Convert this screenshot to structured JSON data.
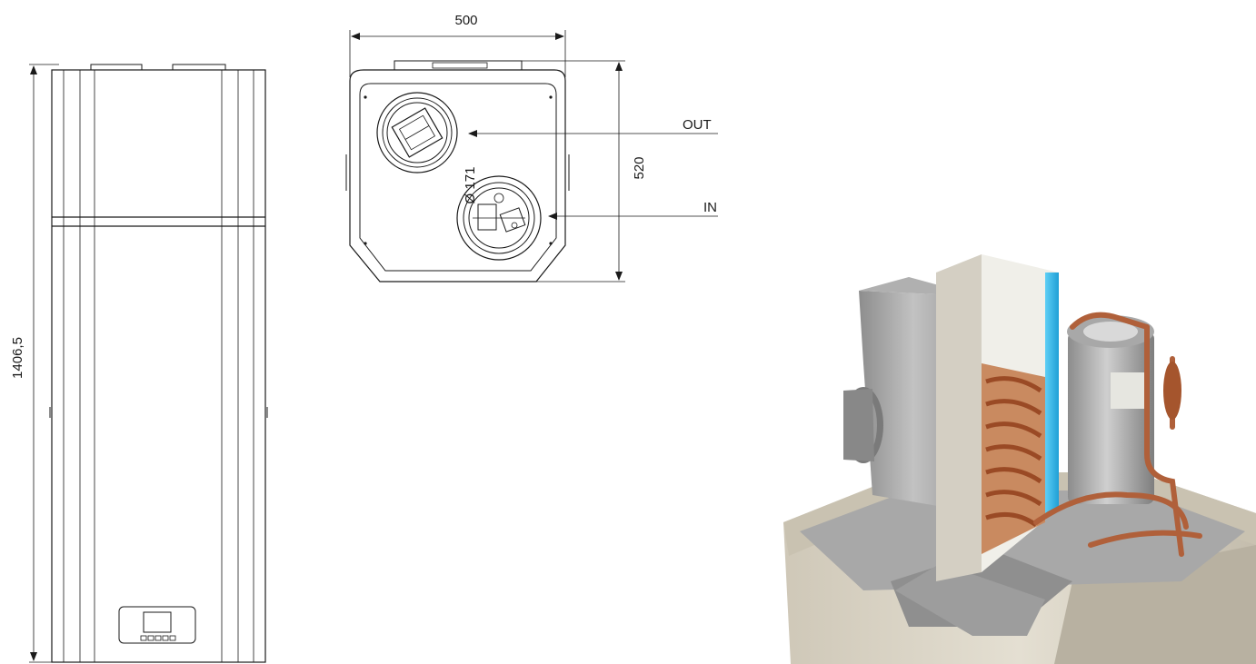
{
  "dimensions": {
    "height": "1406,5",
    "width": "500",
    "depth": "520",
    "duct_diameter": "Ø 171"
  },
  "ports": {
    "out_label": "OUT",
    "in_label": "IN"
  },
  "colors": {
    "line": "#1a1a1a",
    "unit_body": "#d9d3c4",
    "copper": "#b0603a",
    "fin_blue": "#3fb8e8",
    "metal_grey": "#9a9a9a"
  }
}
